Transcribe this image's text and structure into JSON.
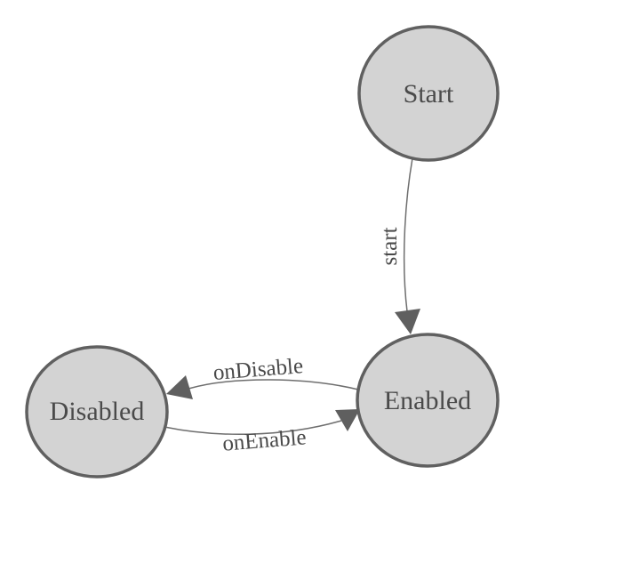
{
  "diagram": {
    "type": "state-machine",
    "background": "#ffffff",
    "colors": {
      "node_fill": "#d3d3d3",
      "node_stroke": "#606060",
      "edge_stroke": "#6e6e6e",
      "arrow_fill": "#5f5f5f",
      "label_color": "#4a4a4a"
    },
    "nodes": [
      {
        "id": "start",
        "label": "Start"
      },
      {
        "id": "enabled",
        "label": "Enabled"
      },
      {
        "id": "disabled",
        "label": "Disabled"
      }
    ],
    "edges": [
      {
        "from": "start",
        "to": "enabled",
        "label": "start"
      },
      {
        "from": "enabled",
        "to": "disabled",
        "label": "onDisable"
      },
      {
        "from": "disabled",
        "to": "enabled",
        "label": "onEnable"
      }
    ]
  }
}
